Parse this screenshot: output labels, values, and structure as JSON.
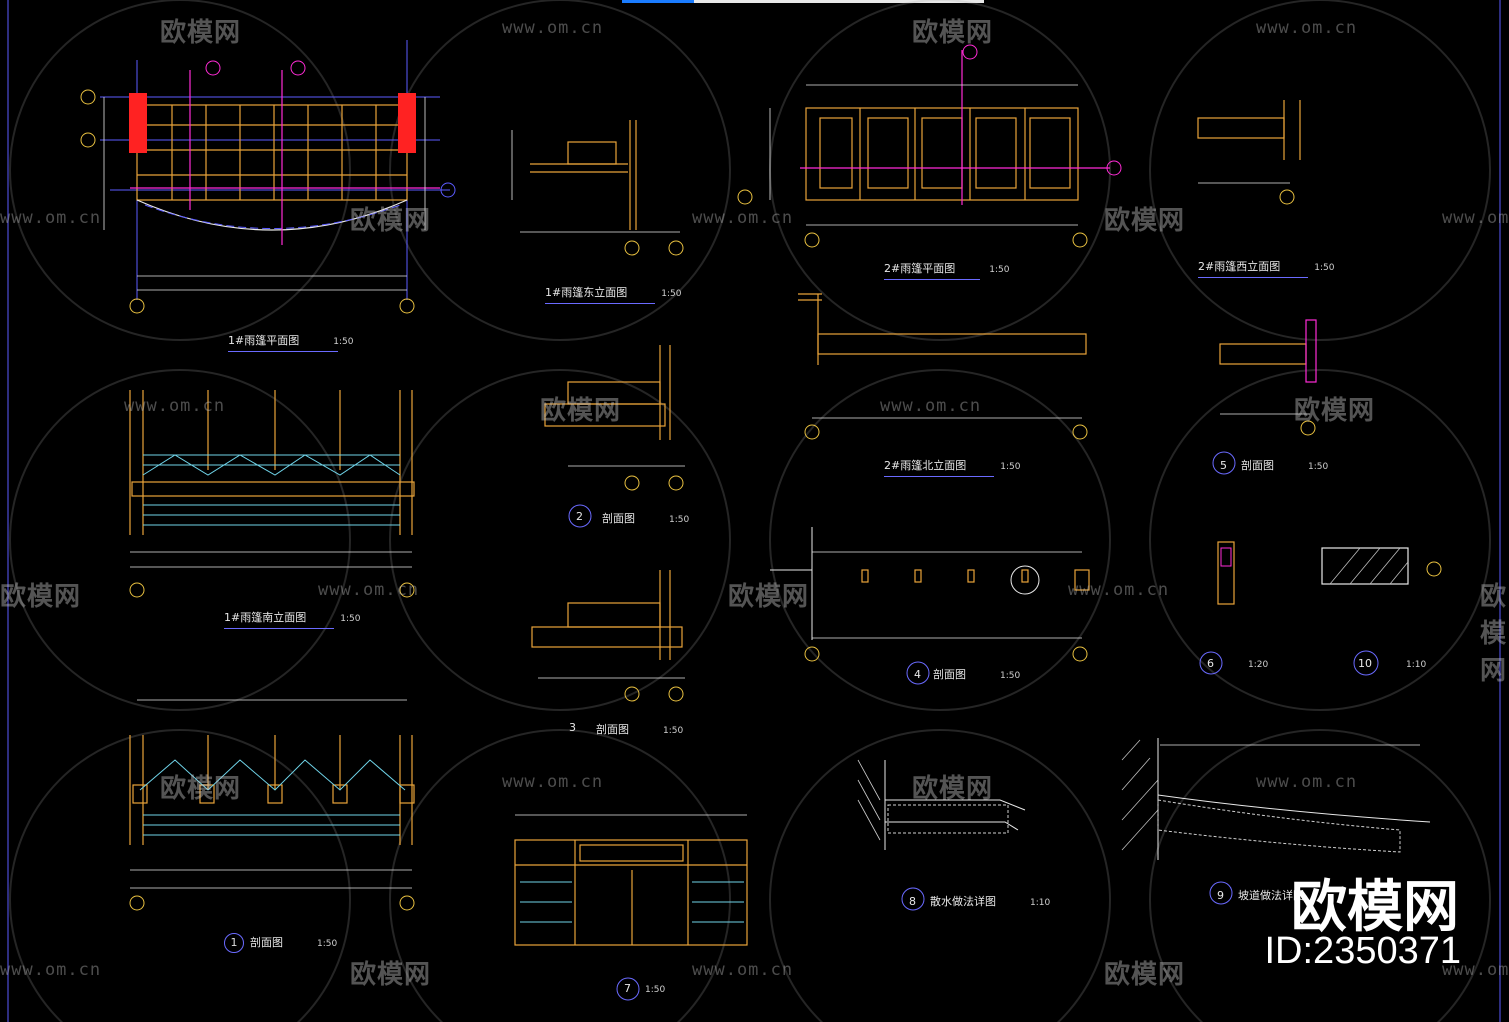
{
  "watermarks": {
    "url": "www.om.cn",
    "brand": "欧模网",
    "big_brand": "欧模网",
    "id": "ID:2350371"
  },
  "drawings": [
    {
      "number": "1#",
      "title": "雨篷平面图",
      "scale": "1:50"
    },
    {
      "number": "1#",
      "title": "雨篷南立面图",
      "scale": "1:50"
    },
    {
      "number": "1",
      "title": "剖面图",
      "scale": "1:50"
    },
    {
      "number": "1#",
      "title": "雨篷东立面图",
      "scale": "1:50"
    },
    {
      "number": "2",
      "title": "剖面图",
      "scale": "1:50"
    },
    {
      "number": "3",
      "title": "剖面图",
      "scale": "1:50"
    },
    {
      "number": "7",
      "title": "",
      "scale": "1:50"
    },
    {
      "number": "2#",
      "title": "雨篷平面图",
      "scale": "1:50"
    },
    {
      "number": "2#",
      "title": "雨篷北立面图",
      "scale": "1:50"
    },
    {
      "number": "4",
      "title": "剖面图",
      "scale": "1:50"
    },
    {
      "number": "8",
      "title": "散水做法详图",
      "scale": "1:10"
    },
    {
      "number": "2#",
      "title": "雨篷西立面图",
      "scale": "1:50"
    },
    {
      "number": "5",
      "title": "剖面图",
      "scale": "1:50"
    },
    {
      "number": "6",
      "title": "",
      "scale": "1:20"
    },
    {
      "number": "10",
      "title": "",
      "scale": "1:10"
    },
    {
      "number": "9",
      "title": "坡道做法详图",
      "scale": ""
    }
  ],
  "colors": {
    "background": "#000000",
    "structure": "#e8a33a",
    "dimension": "#e6e6e6",
    "axis": "#5b5bff",
    "highlight": "#ff2222",
    "magenta": "#ff2bd6",
    "glass": "#6fd3e8"
  }
}
